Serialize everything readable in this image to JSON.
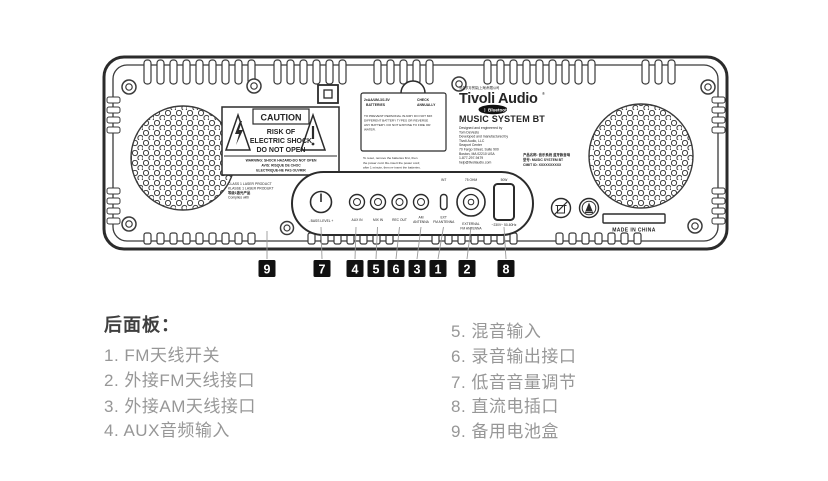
{
  "legend": {
    "title": "后面板：",
    "left_items": [
      "1. FM天线开关",
      "2. 外接FM天线接口",
      "3. 外接AM天线接口",
      "4. AUX音频输入"
    ],
    "right_items": [
      "5. 混音输入",
      "6. 录音输出接口",
      "7. 低音音量调节",
      "8. 直流电插口",
      "9. 备用电池盒"
    ]
  },
  "callouts": [
    "9",
    "7",
    "4",
    "5",
    "6",
    "3",
    "1",
    "2",
    "8"
  ],
  "device": {
    "company_cn": "流金岁月贸易(上海)有限公司",
    "brand": "Tivoli Audio",
    "brand_reg": "®",
    "bluetooth_rune": "ᛒ",
    "bluetooth": "Bluetooth",
    "model": "MUSIC SYSTEM BT",
    "maker_lines": [
      "Designed and engineered by",
      "Tom DeVesto",
      "Developed and manufactured by",
      "Tivoli Audio, LLC",
      "Seaport Center",
      "70 Fargo Street, Suite 900",
      "Boston, MA 02210 USA",
      "1-877-297-9479",
      "help@tivoliaudio.com"
    ],
    "product_info": [
      "产品名称: 音乐系统 蓝牙款音响",
      "型号: MUSIC SYSTEM BT",
      "CMIIT ID: XXXXXXXXXX"
    ],
    "caution": {
      "title": "CAUTION",
      "lines": [
        "RISK OF",
        "ELECTRIC SHOCK",
        "DO NOT OPEN"
      ],
      "warning": [
        "WARNING: SHOCK HAZARD-DO NOT OPEN",
        "AVIS: RISQUE DE CHOC",
        "ELECTRIQUE-NE PAS OUVRIR"
      ]
    },
    "battery_label": {
      "head1": "2xAA/UM-3/1.5V",
      "head2": "BATTERIES",
      "head3": "CHECK",
      "head4": "ANNUALLY",
      "body": [
        "TO PREVENT PERSONAL INJURY DO NOT MIX",
        "DIFFERENT BATTERY TYPES OR REVERSE",
        "ANY BATTERY. DO NOT EXPOSE TO FIRE OR",
        "WATER."
      ],
      "note": [
        "To reset, remove the batteries first, then",
        "the power cord. Re-insert the power cord;",
        "after 1 minute, then re-insert the batteries."
      ]
    },
    "laser_lines": [
      "CLASS 1 LASER PRODUCT",
      "KLASSE 1 LASER PRODUKT",
      "等级1激光产品",
      "Complies with"
    ],
    "ports": {
      "bass": "- BASS LEVEL +",
      "aux": "AUX IN",
      "mix": "MIX IN",
      "rec": "REC OUT",
      "am1": "AM",
      "am2": "ANTENNA",
      "int": "INT",
      "ext1": "EXT",
      "ext2": "FM ANTENNA",
      "ohm": "75 OHM",
      "external1": "EXTERNAL",
      "external2": "FM ANTENNA",
      "watt": "50W",
      "voltage": "~230V~ 50-60Hz"
    },
    "made_in": "MADE IN CHINA"
  },
  "colors": {
    "outline": "#2b2b2b",
    "leader": "#999999",
    "badge_bg": "#111111",
    "legend_title": "#3f3f3f",
    "legend_item": "#979797"
  }
}
